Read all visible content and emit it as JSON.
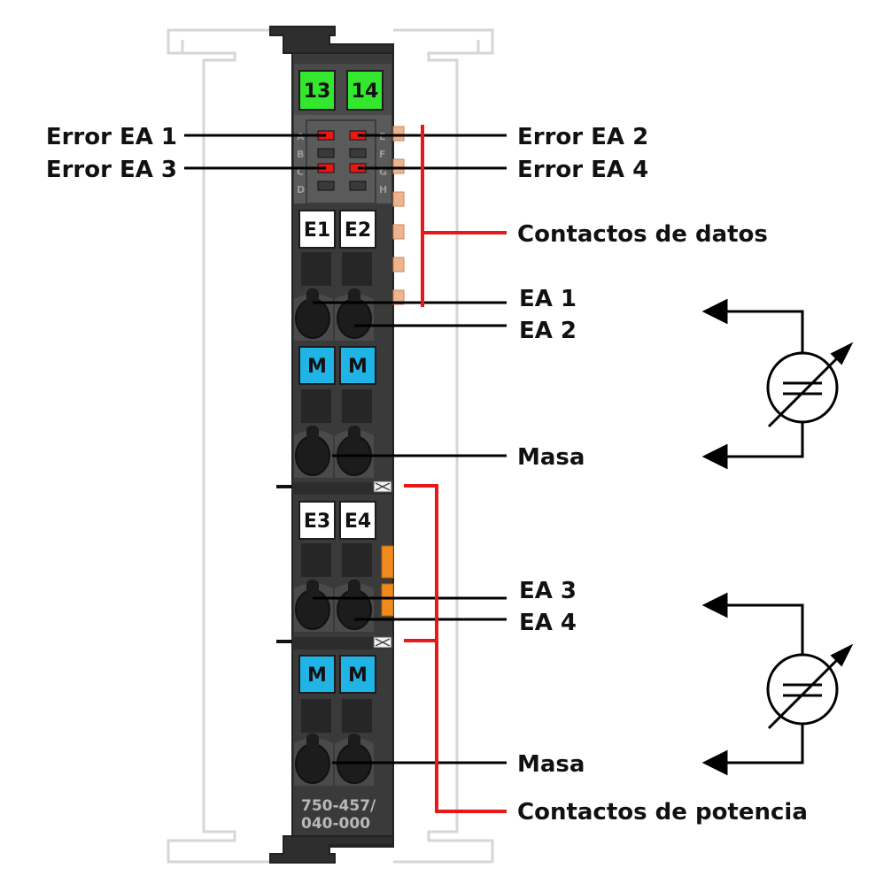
{
  "module": {
    "model_line1": "750-457/",
    "model_line2": "040-000",
    "power_tags": [
      "13",
      "14"
    ],
    "top_inputs": [
      "E1",
      "E2"
    ],
    "bottom_inputs": [
      "E3",
      "E4"
    ],
    "ground_tag": "M",
    "led_letters_left": [
      "A",
      "B",
      "C",
      "D"
    ],
    "led_letters_right": [
      "E",
      "F",
      "G",
      "H"
    ]
  },
  "labels": {
    "error_ea1": "Error EA 1",
    "error_ea2": "Error EA 2",
    "error_ea3": "Error EA 3",
    "error_ea4": "Error EA 4",
    "data_contacts": "Contactos de datos",
    "ea1": "EA 1",
    "ea2": "EA 2",
    "ground1": "Masa",
    "ea3": "EA 3",
    "ea4": "EA 4",
    "ground2": "Masa",
    "power_contacts": "Contactos de potencia"
  },
  "colors": {
    "body": "#3a3a3a",
    "power_tag": "#33e62e",
    "ground_tag": "#1fb3e6",
    "led_on": "#e81818",
    "leader_red": "#e81818",
    "data_contact": "#f0b48c",
    "power_jumper": "#f08a1c"
  }
}
